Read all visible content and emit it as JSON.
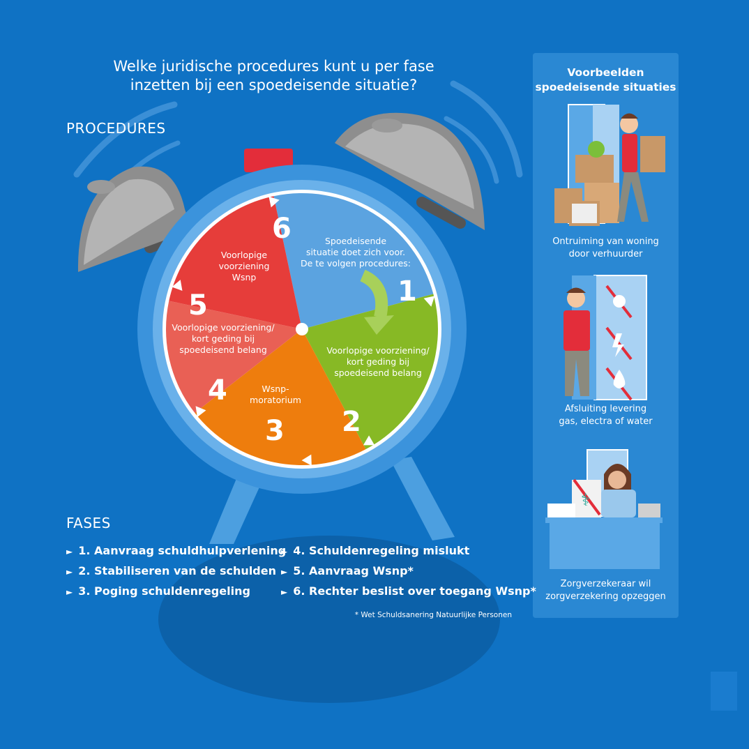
{
  "title_line1": "Welke juridische procedures kunt u per fase",
  "title_line2": "inzetten bij een spoedeisende situatie?",
  "procedures_heading": "PROCEDURES",
  "fases_heading": "FASES",
  "clock": {
    "center_line1": "Spoedeisende",
    "center_line2": "situatie doet zich voor.",
    "center_line3": "De te volgen procedures:",
    "segments": [
      {
        "number": "1",
        "color": "#87b925",
        "label_line1": "Voorlopige voorziening/",
        "label_line2": "kort geding bij",
        "label_line3": "spoedeisend belang"
      },
      {
        "number": "2",
        "color": "#ee7d0d",
        "label_line1": "Wsnp-",
        "label_line2": "moratorium"
      },
      {
        "number": "3",
        "color": "#ee7d0d"
      },
      {
        "number": "4",
        "color": "#e96055",
        "label_line1": "Voorlopige voorziening/",
        "label_line2": "kort geding bij",
        "label_line3": "spoedeisend belang"
      },
      {
        "number": "5",
        "color": "#e63d3a",
        "label_line1": "Voorlopige",
        "label_line2": "voorziening",
        "label_line3": "Wsnp"
      },
      {
        "number": "6",
        "color": "#5ba3e0"
      }
    ]
  },
  "phases": [
    "1. Aanvraag schuldhulpverlening",
    "2. Stabiliseren van de schulden",
    "3. Poging schuldenregeling",
    "4. Schuldenregeling mislukt",
    "5. Aanvraag Wsnp*",
    "6. Rechter beslist over toegang Wsnp*"
  ],
  "phase_marker": "►",
  "footnote": "* Wet Schuldsanering Natuurlijke Personen",
  "panel": {
    "title_line1": "Voorbeelden",
    "title_line2": "spoedeisende situaties",
    "examples": [
      {
        "line1": "Ontruiming van woning",
        "line2": "door verhuurder",
        "icon": "eviction-illustration"
      },
      {
        "line1": "Afsluiting levering",
        "line2": "gas, electra of water",
        "icon": "utility-shutoff-illustration"
      },
      {
        "line1": "Zorgverzekeraar wil",
        "line2": "zorgverzekering opzeggen",
        "icon": "insurance-cancel-illustration"
      }
    ]
  },
  "colors": {
    "background": "#0f72c4",
    "panel": "#2a88d3",
    "green": "#87b925",
    "orange": "#ee7d0d",
    "red": "#e63d3a",
    "salmon": "#e96055",
    "light_blue": "#5ba3e0"
  }
}
